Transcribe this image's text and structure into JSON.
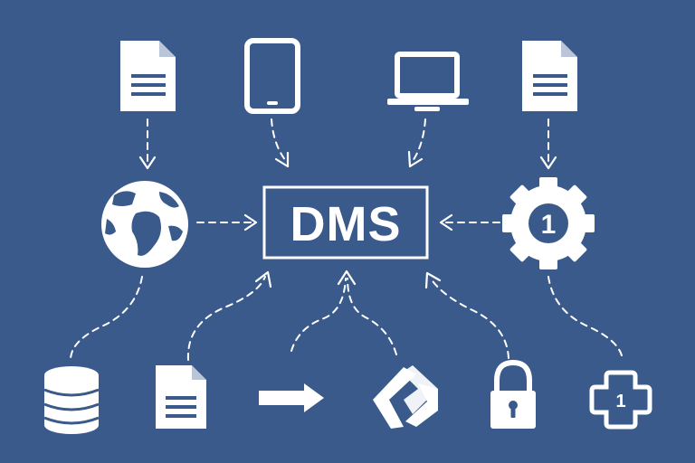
{
  "colors": {
    "background": "#3a5a8c",
    "foreground": "#ffffff"
  },
  "hub": {
    "label": "DMS"
  },
  "badges": {
    "gear_number": "1",
    "cross_number": "1"
  },
  "nodes": {
    "top": [
      "document-icon",
      "tablet-icon",
      "laptop-icon",
      "document-icon"
    ],
    "middle": [
      "globe-icon",
      "gear-icon"
    ],
    "bottom": [
      "database-icon",
      "document-icon",
      "arrow-right-icon",
      "double-chevron-icon",
      "lock-icon",
      "cross-icon"
    ]
  }
}
